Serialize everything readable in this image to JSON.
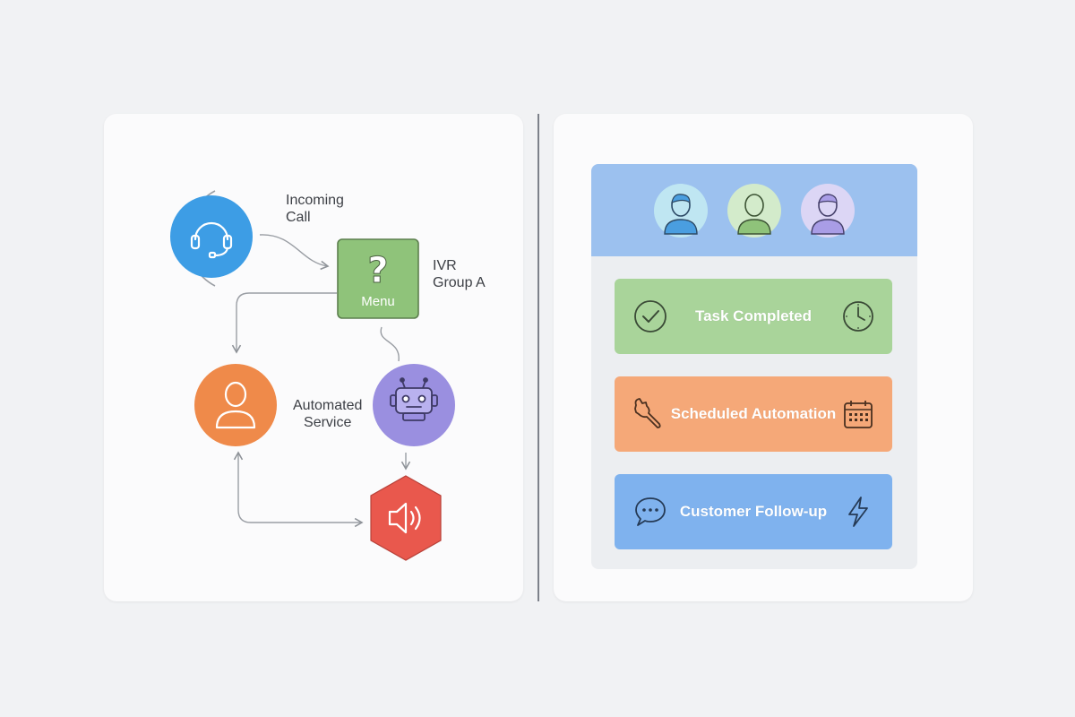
{
  "flow": {
    "incoming_call": [
      "Incoming",
      "Call"
    ],
    "ivr_group": [
      "IVR",
      "Group A"
    ],
    "menu": "Menu",
    "automated_service": [
      "Automated",
      "Service"
    ]
  },
  "tasks": [
    {
      "label": "Task Completed",
      "left_icon": "check-circle-icon",
      "right_icon": "clock-icon",
      "color": "#a9d49a"
    },
    {
      "label": "Scheduled Automation",
      "left_icon": "wrench-icon",
      "right_icon": "calendar-icon",
      "color": "#f5a878"
    },
    {
      "label": "Customer Follow-up",
      "left_icon": "chat-bubble-icon",
      "right_icon": "lightning-icon",
      "color": "#7fb2ee"
    }
  ],
  "colors": {
    "headset": "#3d9de5",
    "menu": "#8fc37a",
    "person": "#ef8a4a",
    "robot": "#9a8fe0",
    "speaker": "#e9584d",
    "header": "#9cc1ef"
  }
}
